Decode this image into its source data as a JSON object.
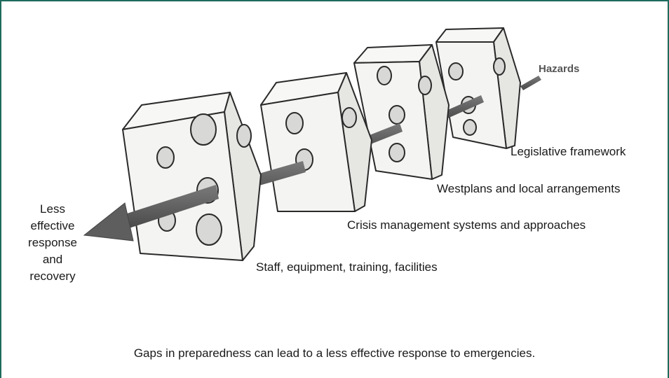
{
  "hazards_label": "Hazards",
  "layers": [
    {
      "label": "Legislative framework"
    },
    {
      "label": "Westplans and local arrangements"
    },
    {
      "label": "Crisis management systems and approaches"
    },
    {
      "label": "Staff, equipment, training, facilities"
    }
  ],
  "outcome": {
    "lines": [
      "Less",
      "effective",
      "response",
      "and",
      "recovery"
    ]
  },
  "caption": "Gaps in preparedness can lead to a less effective response to emergencies.",
  "colors": {
    "frame": "#1f6b5c",
    "arrow": "#5e5e5e",
    "cheese_fill": "#f4f4f2",
    "cheese_stroke": "#2a2a2a",
    "hole_fill": "#d8d8d6"
  }
}
